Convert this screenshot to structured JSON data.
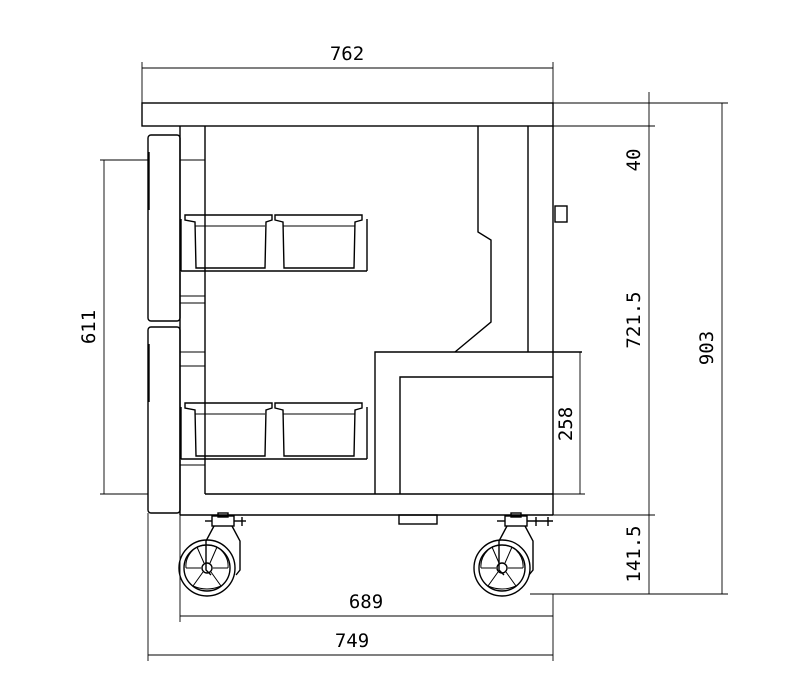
{
  "drawing": {
    "dimensions": {
      "top_width": "762",
      "top_thickness": "40",
      "body_height": "721.5",
      "overall_height": "903",
      "door_height": "611",
      "compressor_height": "258",
      "caster_height": "141.5",
      "body_width": "689",
      "overall_width": "749"
    }
  }
}
